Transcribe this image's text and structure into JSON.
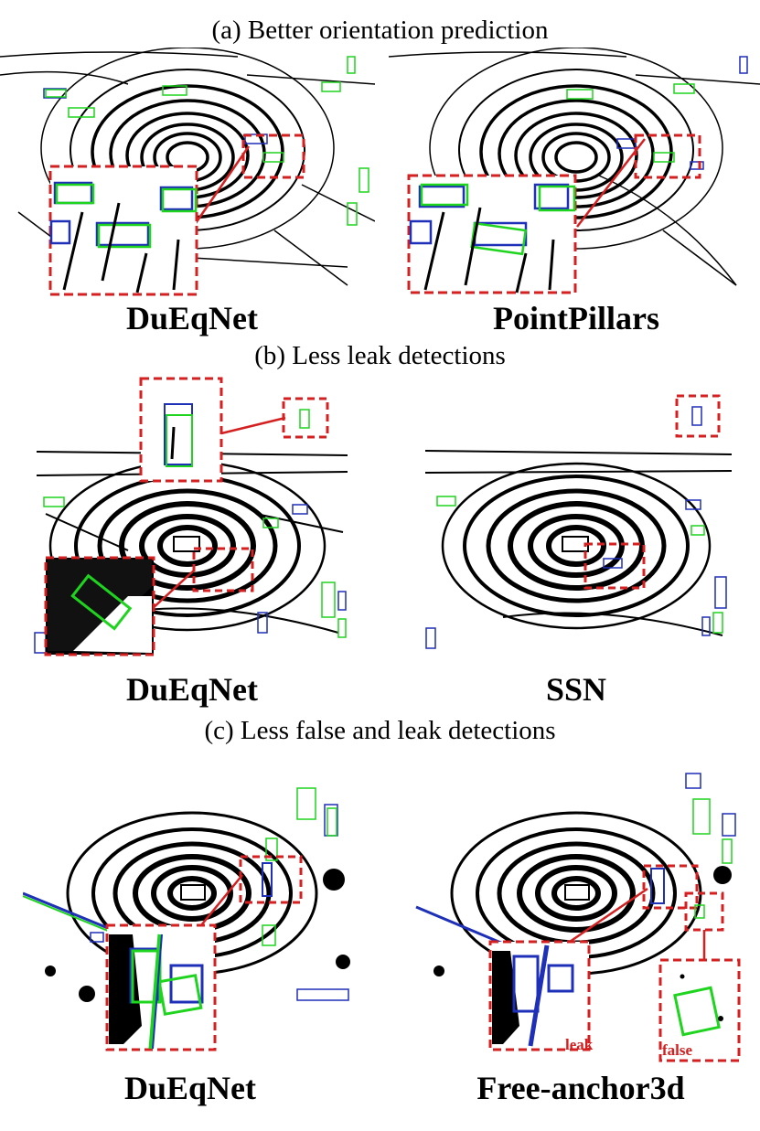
{
  "figure": {
    "sections": [
      {
        "caption": "(a) Better orientation prediction",
        "panels": [
          {
            "method": "DuEqNet"
          },
          {
            "method": "PointPillars"
          }
        ]
      },
      {
        "caption": "(b) Less leak detections",
        "panels": [
          {
            "method": "DuEqNet"
          },
          {
            "method": "SSN"
          }
        ]
      },
      {
        "caption": "(c) Less false and leak detections",
        "panels": [
          {
            "method": "DuEqNet",
            "annotations": []
          },
          {
            "method": "Free-anchor3d",
            "annotations": [
              "leak",
              "false"
            ]
          }
        ]
      }
    ],
    "colors": {
      "prediction_box": "#1fd41f",
      "ground_truth_box": "#1e2fb8",
      "highlight": "#d42020",
      "points": "#000000"
    }
  }
}
